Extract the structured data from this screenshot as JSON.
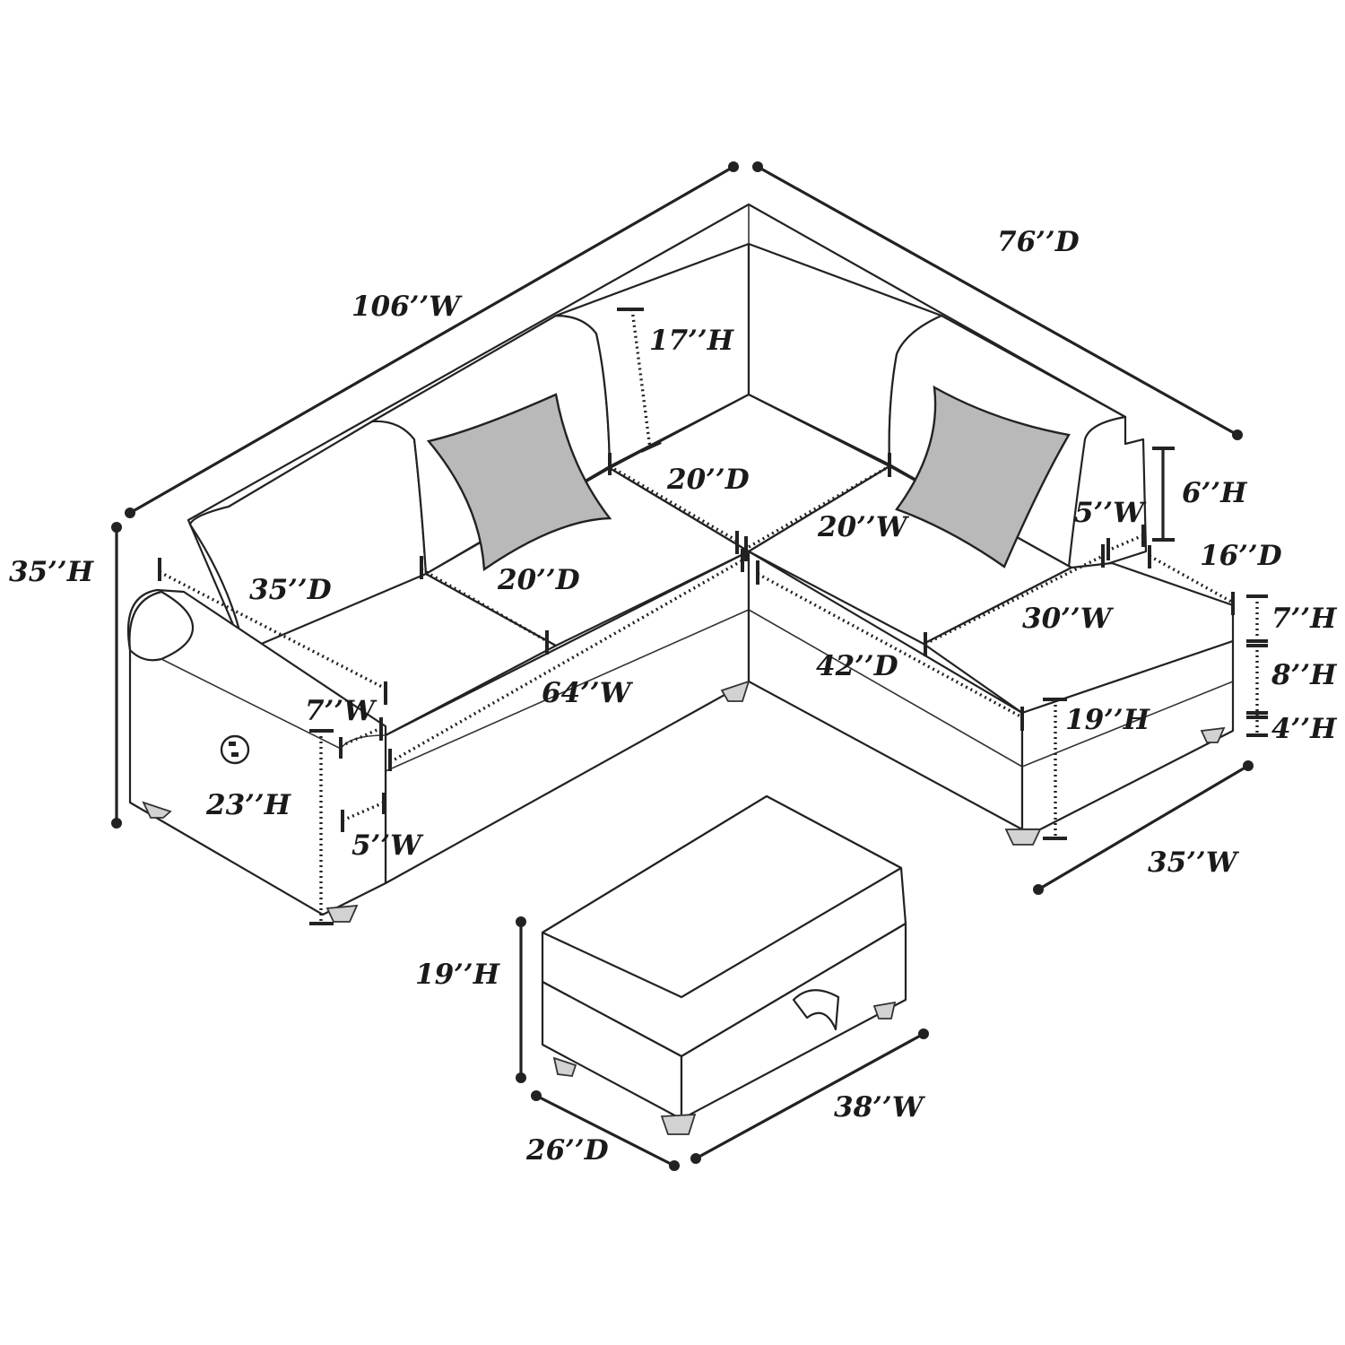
{
  "dimensions": {
    "overall_width": "106’’W",
    "overall_depth": "76’’D",
    "overall_height": "35’’H",
    "back_height": "17’’H",
    "corner_seat_depth": "20’’D",
    "corner_seat_width": "20’’W",
    "left_depth": "35’’D",
    "left_seat_depth": "20’’D",
    "seat_width": "64’’W",
    "arm_width_top": "7’’W",
    "arm_height": "23’’H",
    "arm_width_bottom": "5’’W",
    "chaise_arm_height": "6’’H",
    "chaise_arm_width": "5’’W",
    "chaise_arm_depth": "16’’D",
    "chaise_seat_width": "30’’W",
    "chaise_depth": "42’’D",
    "cushion_height": "7’’H",
    "base_height": "8’’H",
    "leg_height": "4’’H",
    "seat_height": "19’’H",
    "chaise_width": "35’’W",
    "ottoman_height": "19’’H",
    "ottoman_width": "38’’W",
    "ottoman_depth": "26’’D"
  },
  "colors": {
    "line": "#222222",
    "pillow": "#b9b9b9",
    "background": "#ffffff"
  }
}
